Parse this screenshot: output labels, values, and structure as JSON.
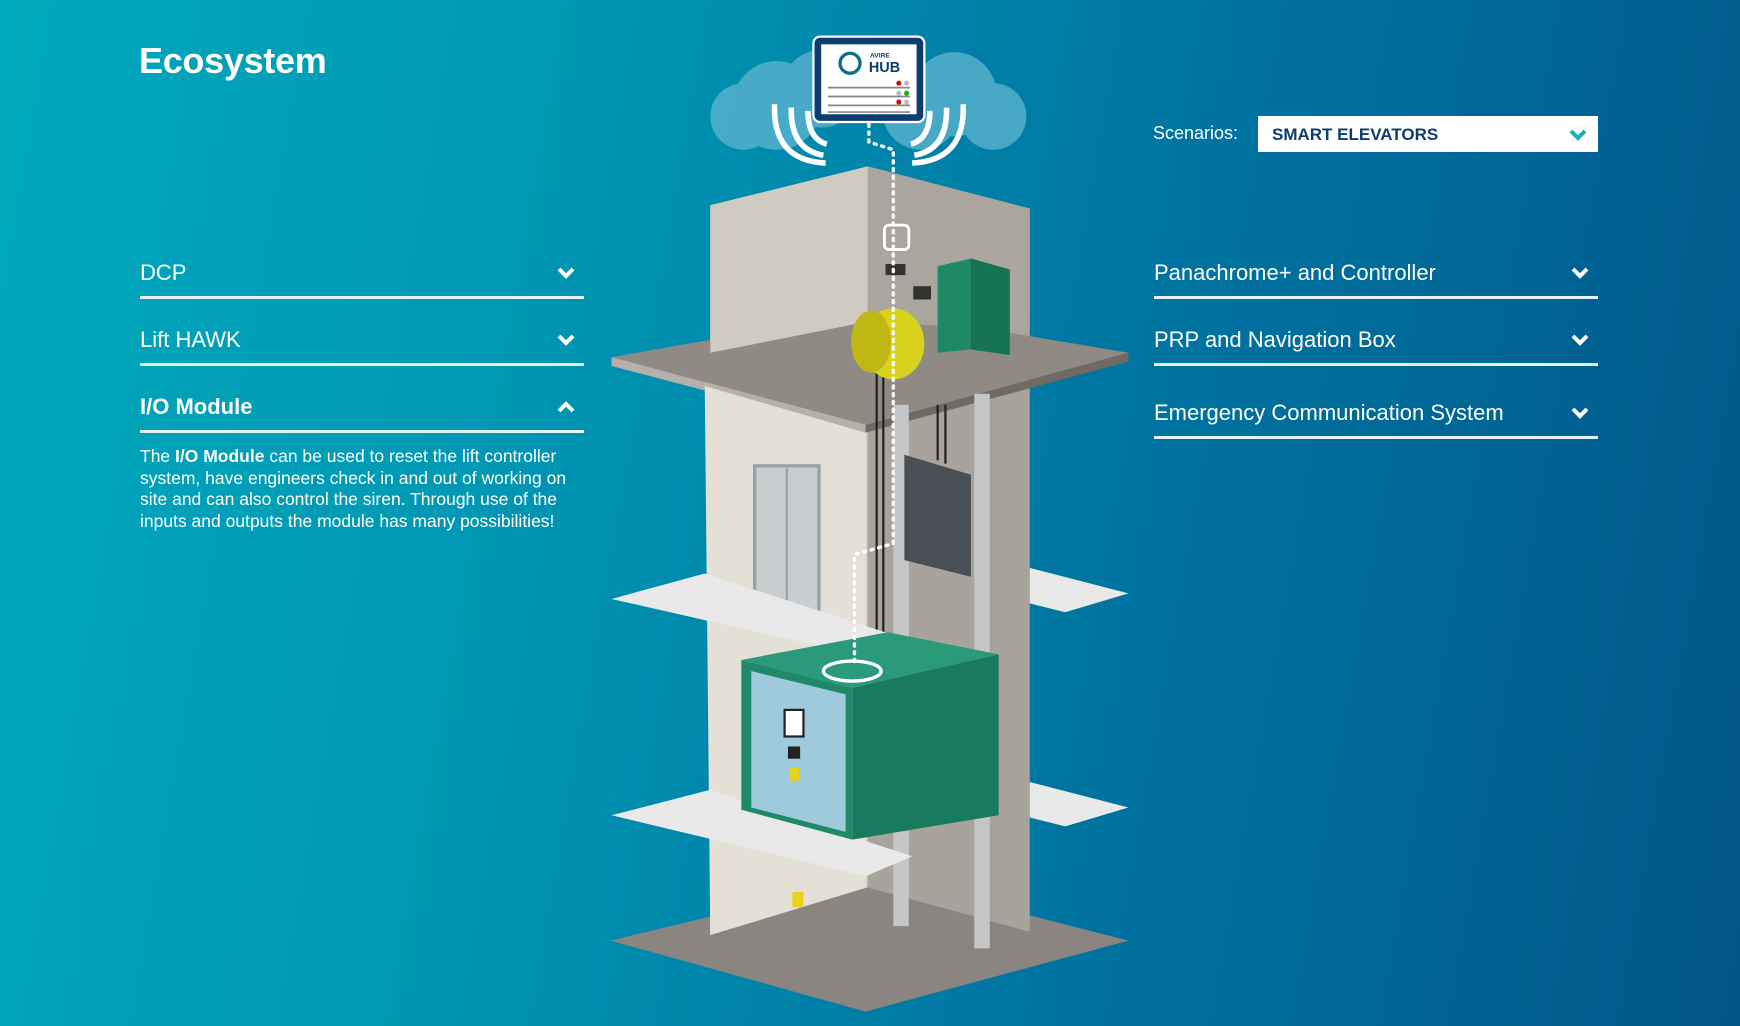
{
  "page_title": "Ecosystem",
  "scenarios": {
    "label": "Scenarios:",
    "selected": "SMART ELEVATORS"
  },
  "left_accordion": [
    {
      "label": "DCP",
      "expanded": false
    },
    {
      "label": "Lift HAWK",
      "expanded": false
    },
    {
      "label": "I/O Module",
      "expanded": true,
      "description": {
        "pre": "The ",
        "bold": "I/O Module",
        "post": " can be used to reset the lift controller system, have engineers check in and out of working on site and can also control the siren. Through use of the inputs and outputs the module has many possibilities!"
      }
    }
  ],
  "right_accordion": [
    {
      "label": "Panachrome+ and Controller",
      "expanded": false
    },
    {
      "label": "PRP and Navigation Box",
      "expanded": false
    },
    {
      "label": "Emergency Communication System",
      "expanded": false
    }
  ],
  "hub": {
    "brand_small": "AVIRE",
    "brand_large": "HUB"
  },
  "colors": {
    "accent": "#17b3b8",
    "select_text": "#0d3d6e",
    "car_green": "#1f8a6a"
  }
}
